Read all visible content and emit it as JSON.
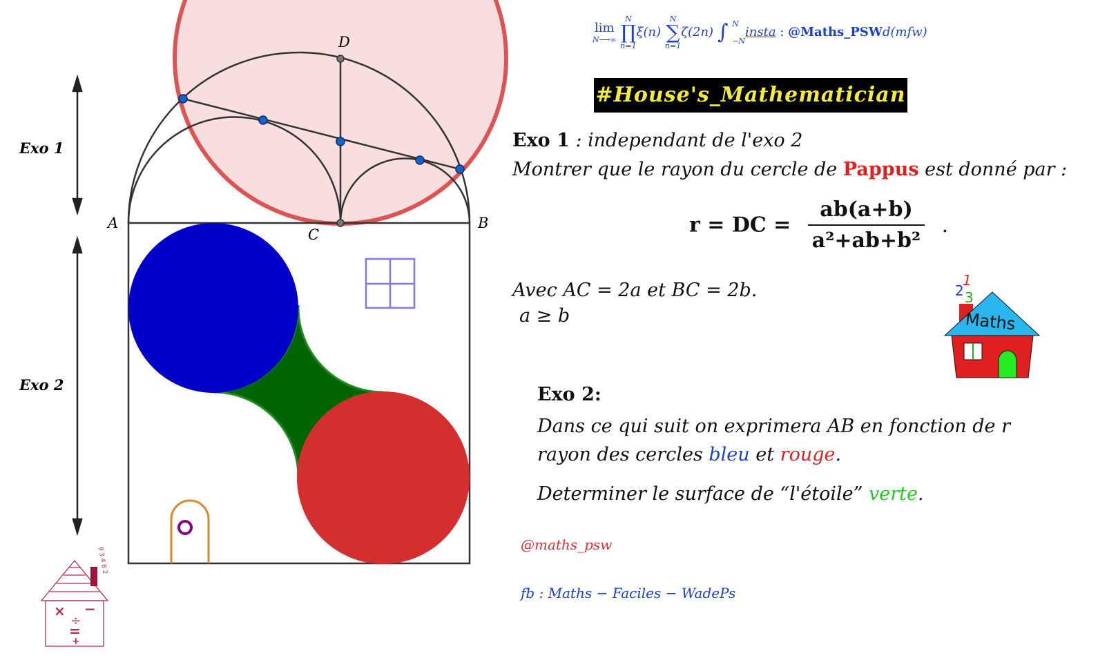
{
  "points": {
    "A": "A",
    "B": "B",
    "C": "C",
    "D": "D"
  },
  "exo_labels": {
    "exo1": "Exo 1",
    "exo2": "Exo 2"
  },
  "header_formula": {
    "lim": "lim",
    "lim_sub": "N⟶∞",
    "prod_top": "N",
    "prod_bot": "n=1",
    "xi": "ξ(n)",
    "sum_top": "N",
    "sum_bot": "n=1",
    "zeta": "ζ(2n)",
    "int_top": "N",
    "int_bot": "−N",
    "insta": "insta",
    "colon": " : ",
    "handle": "@Maths_PSW",
    "dmfw": "d(mfw)"
  },
  "hashtag": "#House's_Mathematician",
  "exo1": {
    "title": "Exo 1",
    "subtitle": ": independant de l'exo 2",
    "line_pre": "Montrer que le rayon du cercle de ",
    "pappus": "Pappus",
    "line_post": " est donné par :",
    "formula_lhs": "r = DC =",
    "formula_num": "ab(a+b)",
    "formula_den": "a²+ab+b²",
    "formula_end": ".",
    "condition1": "Avec AC = 2a et BC = 2b.",
    "condition2": "a ≥ b"
  },
  "exo2": {
    "title": "Exo  2:",
    "line1": "Dans ce qui suit on exprimera AB en fonction de r",
    "line2_pre": "rayon des cercles ",
    "bleu": "bleu",
    "et": " et ",
    "rouge": "rouge",
    "line2_end": ".",
    "line3_pre": "Determiner le surface de “l'étoile” ",
    "verte": "verte",
    "line3_end": "."
  },
  "footer": {
    "insta": "@maths_psw",
    "fb": "fb : Maths − Faciles − WadePs"
  },
  "logo_right": {
    "text": "Maths",
    "n1": "1",
    "n2": "2",
    "n3": "3"
  },
  "logo_left": {
    "ops_top": "9 3 4 8 2",
    "times": "×",
    "minus": "−",
    "div": "÷",
    "eq": "=",
    "plus": "+"
  },
  "colors": {
    "pappus_fill": "#f8dede",
    "pappus_stroke": "#dc5454",
    "blue_circle": "#0000c8",
    "red_circle": "#d32f2f",
    "star": "#006400",
    "window": "#8877dd",
    "door": "#d68a2e",
    "knob": "#8b008b",
    "point": "#1464c8",
    "text_blue": "#1a3fd6",
    "text_red": "#e0201e"
  }
}
